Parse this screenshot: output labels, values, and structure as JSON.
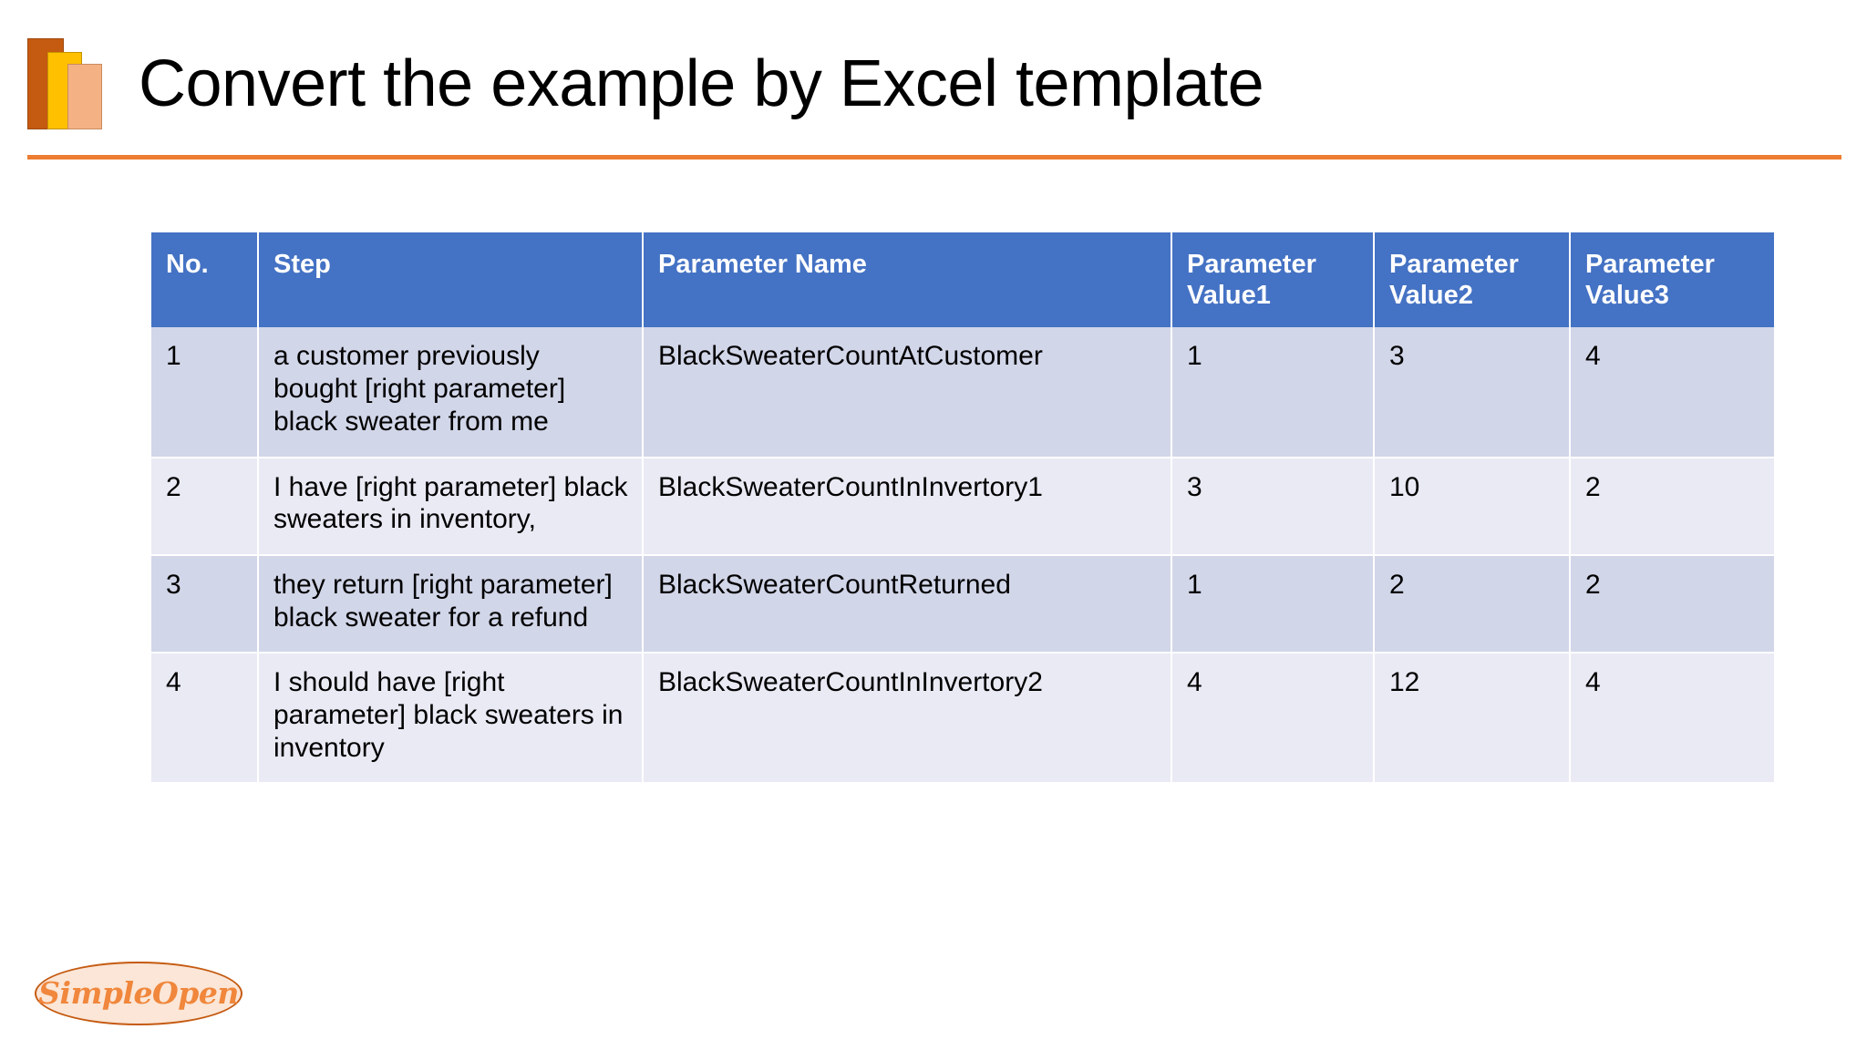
{
  "slide": {
    "title": "Convert the example by Excel template",
    "logo_icon": "stacked-bars-icon",
    "divider_color": "#ED7D31",
    "accent_colors": {
      "bar_dark": "#C55A11",
      "bar_gold": "#FFC000",
      "bar_peach": "#F4B183",
      "table_header": "#4472C4",
      "row_band_dark": "#D2D6E9",
      "row_band_light": "#E9EAF4"
    }
  },
  "table": {
    "columns": [
      "No.",
      "Step",
      "Parameter Name",
      "Parameter Value1",
      "Parameter Value2",
      "Parameter Value3"
    ],
    "rows": [
      {
        "no": "1",
        "step": "a customer previously bought [right parameter] black sweater from me",
        "parameter_name": "BlackSweaterCountAtCustomer",
        "value1": "1",
        "value2": "3",
        "value3": "4"
      },
      {
        "no": "2",
        "step": "I have [right parameter] black sweaters in inventory,",
        "parameter_name": "BlackSweaterCountInInvertory1",
        "value1": "3",
        "value2": "10",
        "value3": "2"
      },
      {
        "no": "3",
        "step": "they return [right parameter] black sweater for a refund",
        "parameter_name": "BlackSweaterCountReturned",
        "value1": "1",
        "value2": "2",
        "value3": "2"
      },
      {
        "no": "4",
        "step": "I should have [right parameter] black sweaters in inventory",
        "parameter_name": "BlackSweaterCountInInvertory2",
        "value1": "4",
        "value2": "12",
        "value3": "4"
      }
    ]
  },
  "footer": {
    "logo_text": "SimpleOpen"
  }
}
